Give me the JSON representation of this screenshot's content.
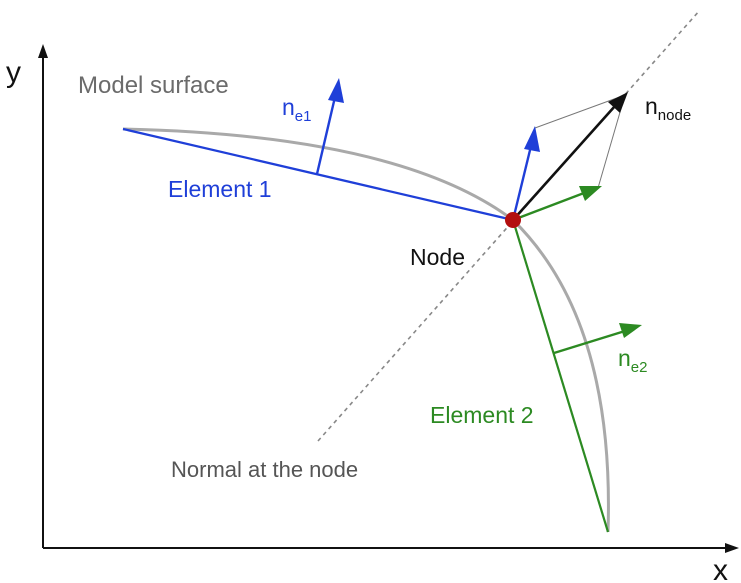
{
  "axes": {
    "x_label": "x",
    "y_label": "y"
  },
  "labels": {
    "model_surface": "Model surface",
    "element1": "Element 1",
    "element2": "Element 2",
    "node": "Node",
    "normal_at_node": "Normal at the node",
    "n_e1_base": "n",
    "n_e1_sub": "e1",
    "n_e2_base": "n",
    "n_e2_sub": "e2",
    "n_node_base": "n",
    "n_node_sub": "node"
  },
  "colors": {
    "element1": "#1f3fd8",
    "element2": "#2c8a22",
    "surface": "#a9a9a9",
    "node": "#b30f0f",
    "normal": "#111111",
    "axis": "#111111"
  }
}
